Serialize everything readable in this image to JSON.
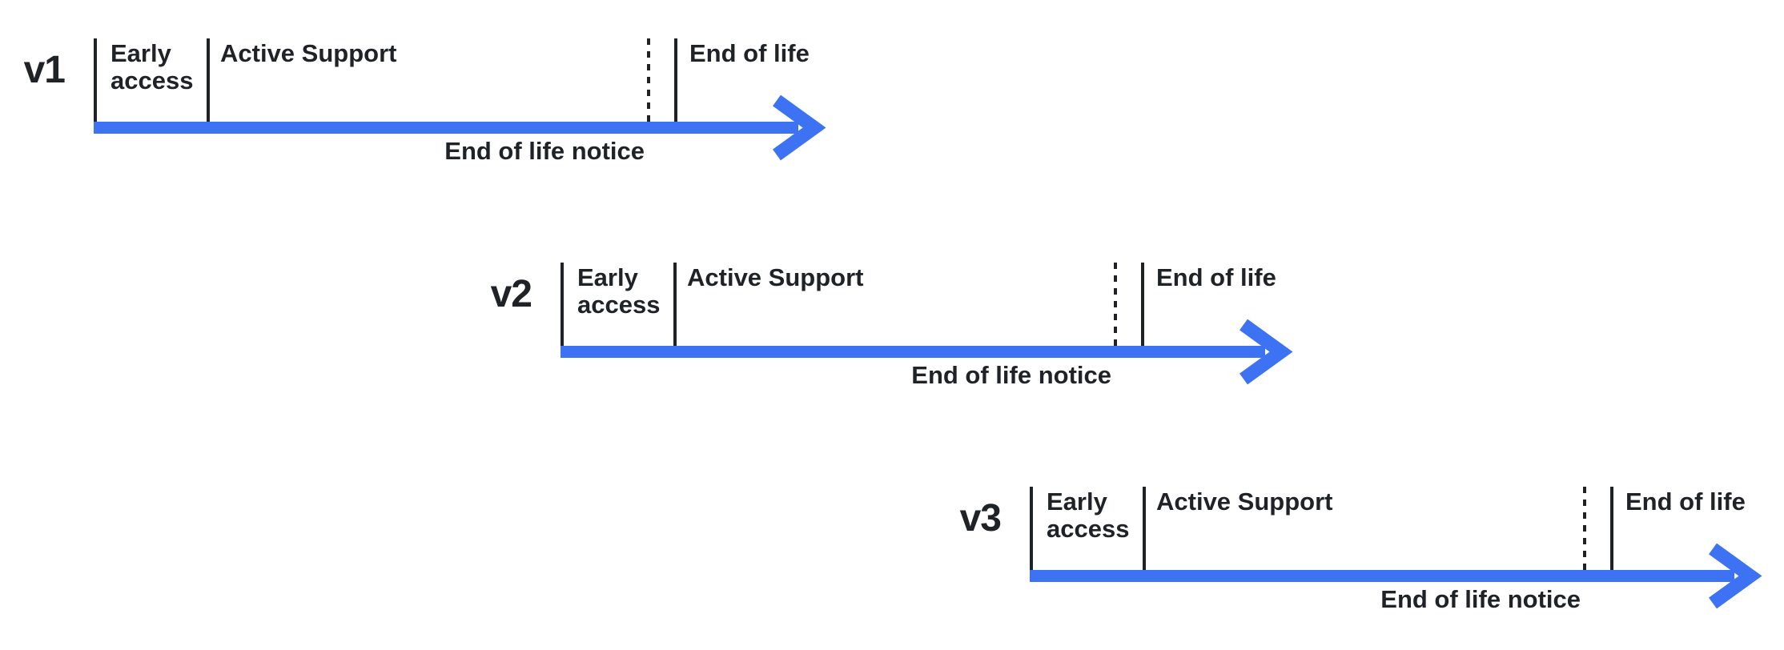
{
  "diagram": {
    "type": "release-lifecycle-timelines",
    "colors": {
      "arrow": "#3d73f3",
      "line": "#1f2328",
      "text": "#1f2328",
      "background": "#ffffff"
    },
    "timelines": [
      {
        "version": "v1",
        "phases": {
          "early_access": "Early access",
          "active_support": "Active Support",
          "end_of_life": "End of life",
          "end_of_life_notice": "End of life notice"
        }
      },
      {
        "version": "v2",
        "phases": {
          "early_access": "Early access",
          "active_support": "Active Support",
          "end_of_life": "End of life",
          "end_of_life_notice": "End of life notice"
        }
      },
      {
        "version": "v3",
        "phases": {
          "early_access": "Early access",
          "active_support": "Active Support",
          "end_of_life": "End of life",
          "end_of_life_notice": "End of life notice"
        }
      }
    ]
  }
}
